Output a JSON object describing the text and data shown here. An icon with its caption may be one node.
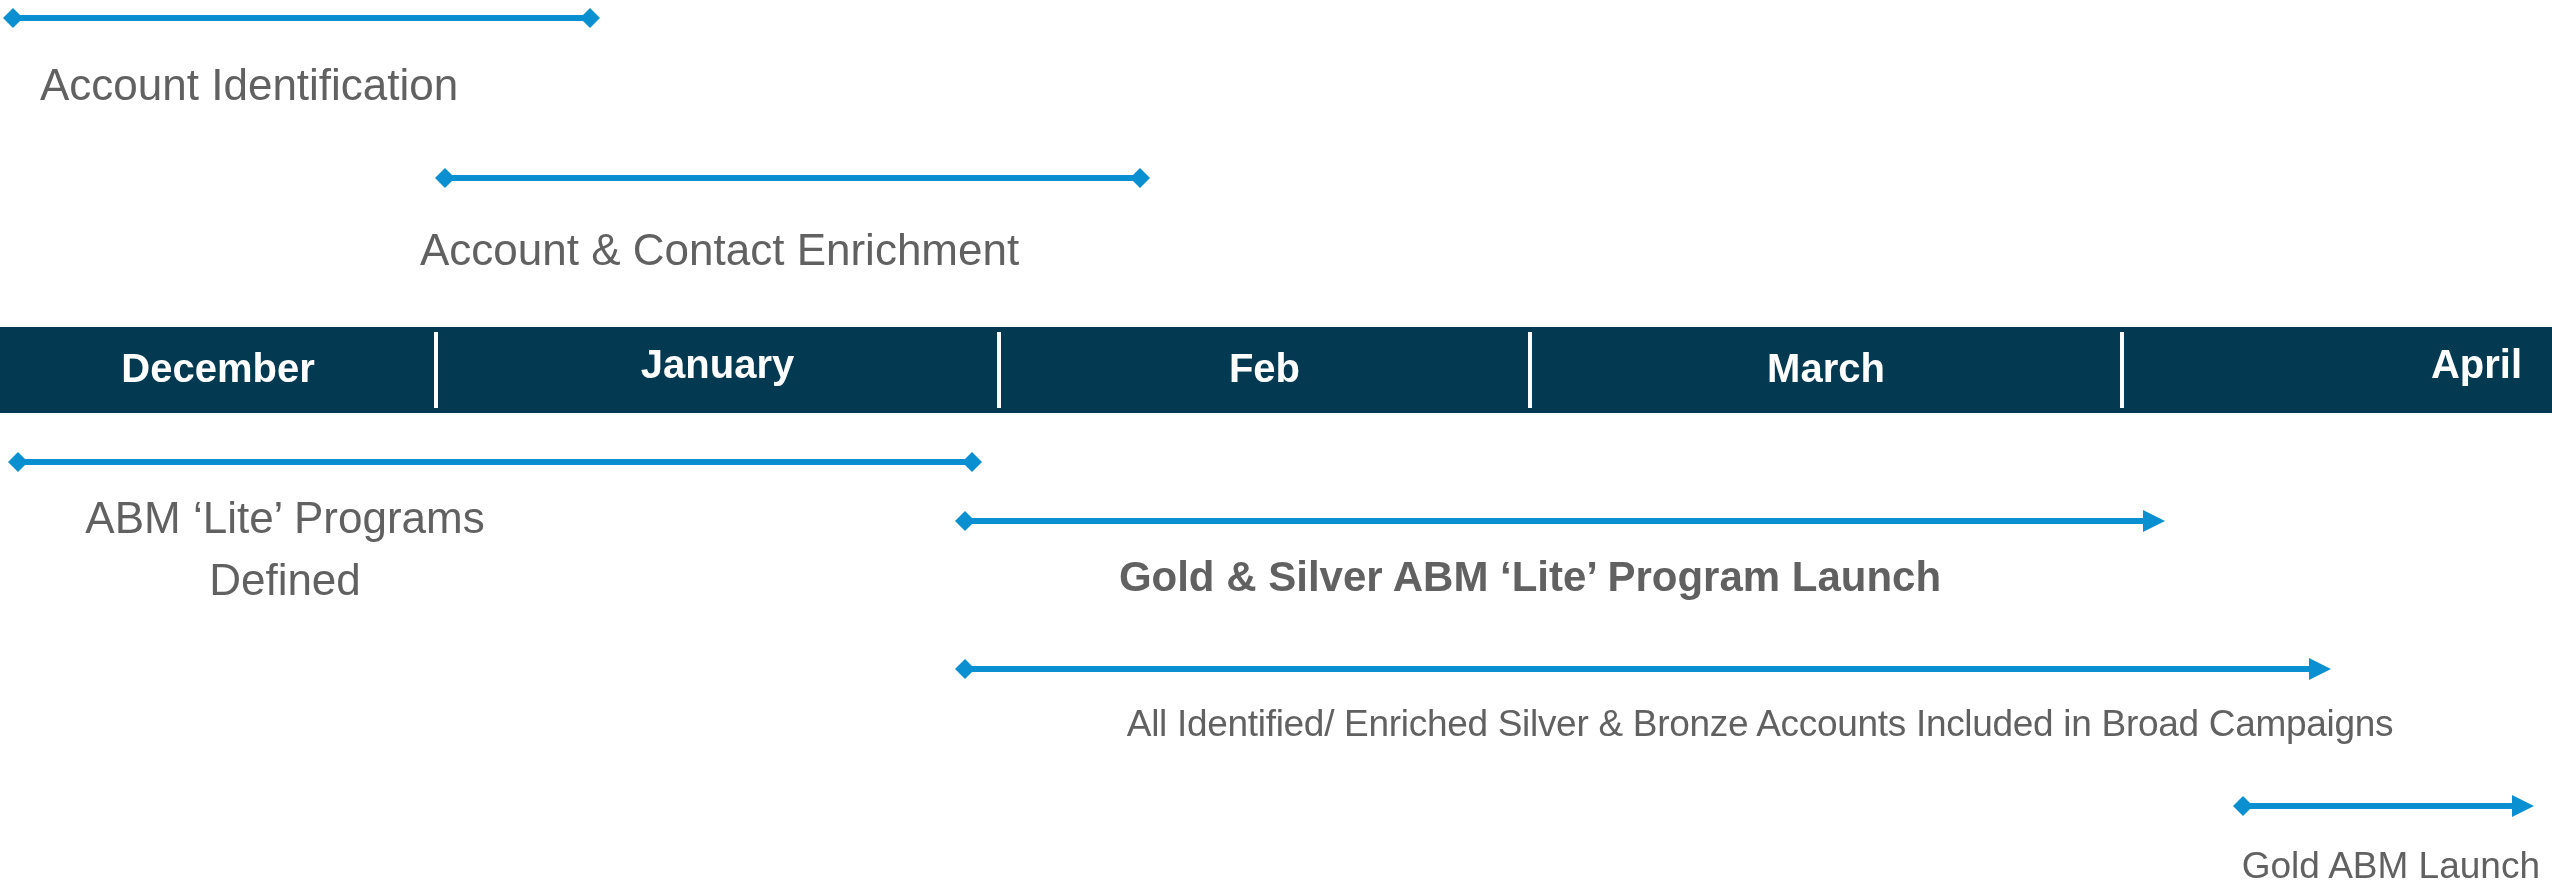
{
  "diagram": {
    "labels": [
      "Account Identification",
      "Account & Contact Enrichment",
      "December",
      "January",
      "Feb",
      "March",
      "April",
      "ABM ‘Lite’ Programs Defined",
      "Gold & Silver ABM ‘Lite’ Program Launch",
      "All Identified/ Enriched Silver & Bronze Accounts Included in Broad Campaigns",
      "Gold ABM Launch"
    ]
  }
}
